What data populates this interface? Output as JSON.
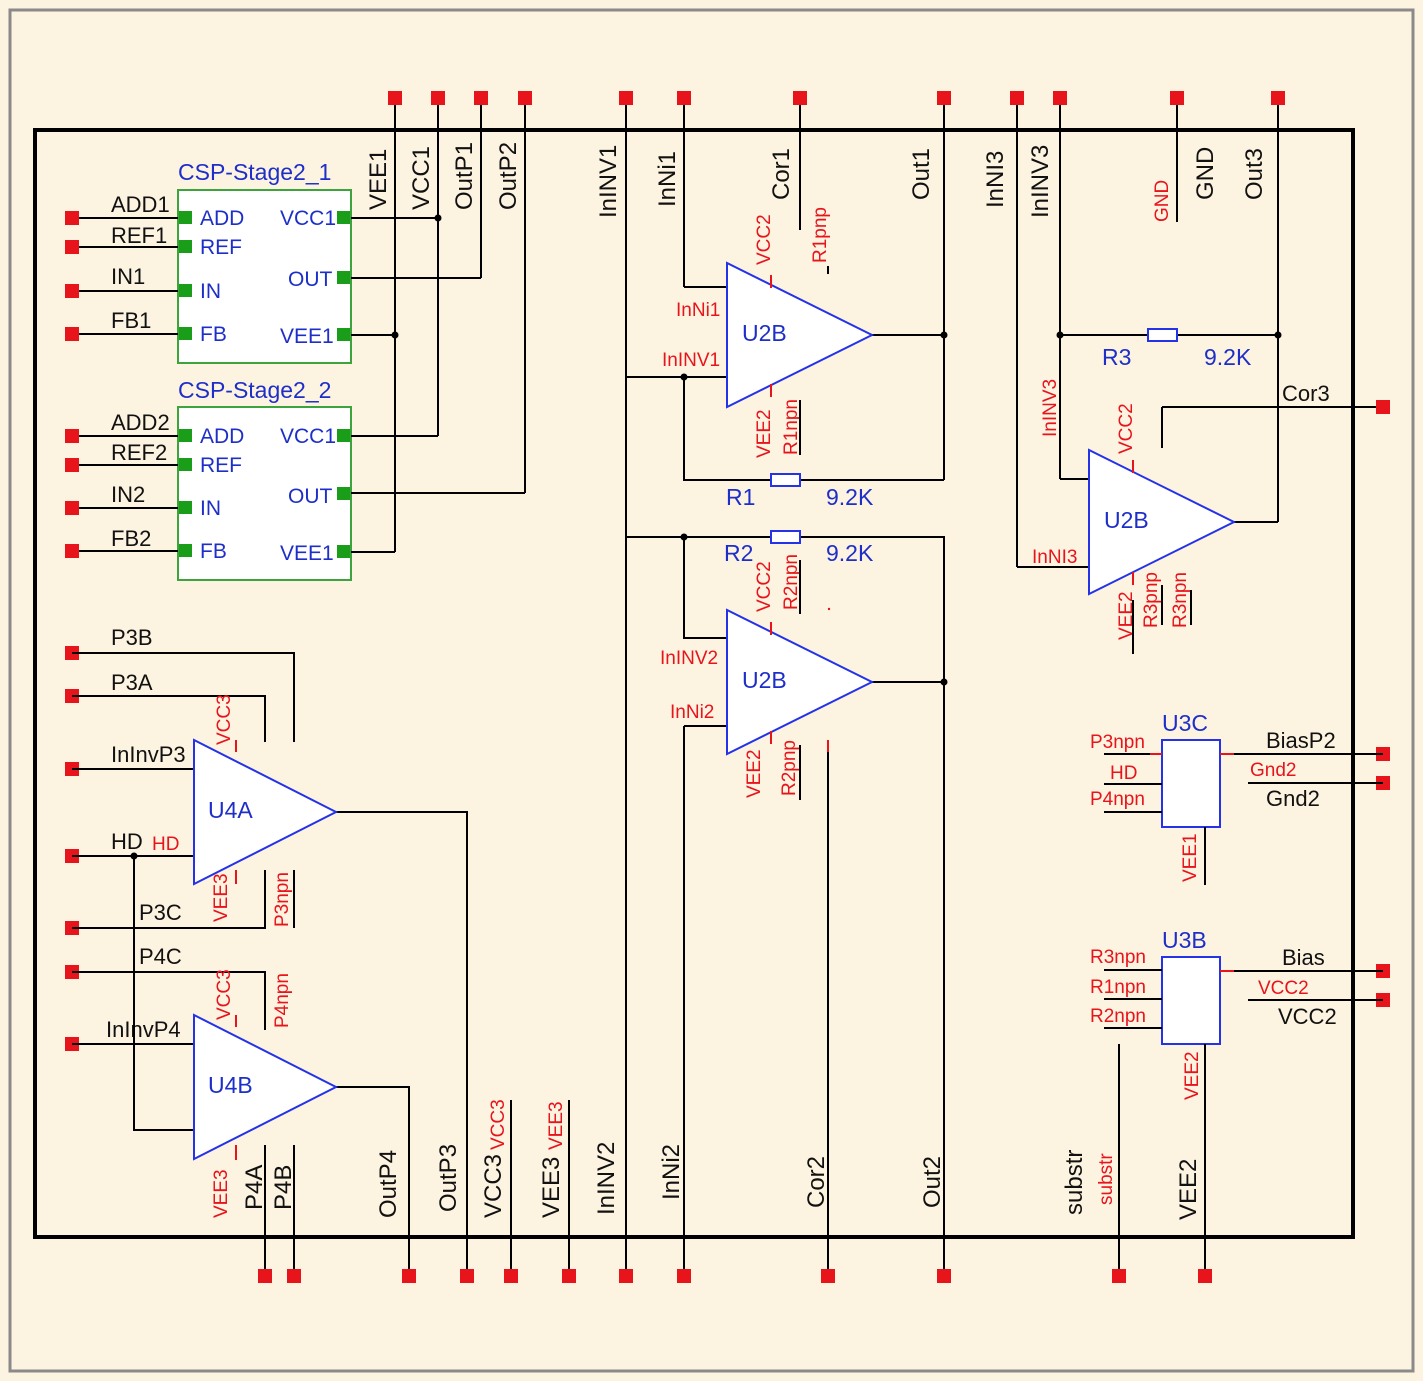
{
  "top_pins": [
    "VEE1",
    "VCC1",
    "OutP1",
    "OutP2",
    "InINV1",
    "InNi1",
    "Cor1",
    "Out1",
    "InNI3",
    "InINV3",
    "GND",
    "Out3"
  ],
  "bottom_pins": [
    "P4A",
    "P4B",
    "OutP4",
    "OutP3",
    "VCC3",
    "VEE3",
    "InINV2",
    "InNi2",
    "Cor2",
    "Out2",
    "substr",
    "VEE2"
  ],
  "left_pins": [
    "ADD1",
    "REF1",
    "IN1",
    "FB1",
    "ADD2",
    "REF2",
    "IN2",
    "FB2",
    "P3B",
    "P3A",
    "InInvP3",
    "HD",
    "P3C",
    "P4C",
    "InInvP4"
  ],
  "right_pins": [
    "Cor3",
    "BiasP2",
    "Gnd2",
    "Bias",
    "VCC2"
  ],
  "csp_stages": [
    {
      "title": "CSP-Stage2_1",
      "pins_left": [
        "ADD",
        "REF",
        "IN",
        "FB"
      ],
      "pins_right": [
        "VCC1",
        "OUT",
        "VEE1"
      ]
    },
    {
      "title": "CSP-Stage2_2",
      "pins_left": [
        "ADD",
        "REF",
        "IN",
        "FB"
      ],
      "pins_right": [
        "VCC1",
        "OUT",
        "VEE1"
      ]
    }
  ],
  "amplifiers": {
    "u2b_1": {
      "name": "U2B",
      "in_top": "InNi1",
      "in_bottom": "InINV1",
      "supply_top": "VCC2",
      "supply_bottom": "VEE2",
      "bias_top": "R1pnp",
      "bias_bottom": "R1npn"
    },
    "u2b_2": {
      "name": "U2B",
      "in_top": "InINV2",
      "in_bottom": "InNi2",
      "supply_top": "VCC2",
      "supply_bottom": "VEE2",
      "bias_top": "R2npn",
      "bias_bottom": "R2pnp"
    },
    "u2b_3": {
      "name": "U2B",
      "in_top": "InINV3",
      "in_bottom": "InNI3",
      "supply_top": "VCC2",
      "supply_bottom": "VEE2",
      "bias_bottom_1": "R3pnp",
      "bias_bottom_2": "R3npn"
    },
    "u4a": {
      "name": "U4A",
      "supply_top": "VCC3",
      "supply_bottom": "VEE3",
      "bias_bottom": "P3npn",
      "hd": "HD"
    },
    "u4b": {
      "name": "U4B",
      "supply_top": "VCC3",
      "supply_bottom": "VEE3",
      "bias_top": "P4npn"
    }
  },
  "resistors": [
    {
      "name": "R1",
      "value": "9.2K"
    },
    {
      "name": "R2",
      "value": "9.2K"
    },
    {
      "name": "R3",
      "value": "9.2K"
    }
  ],
  "blocks": {
    "u3c": {
      "name": "U3C",
      "inputs": [
        "P3npn",
        "HD",
        "P4npn"
      ],
      "out_1": "BiasP2",
      "out_2_red": "Gnd2",
      "out_2": "Gnd2",
      "supply": "VEE1"
    },
    "u3b": {
      "name": "U3B",
      "inputs": [
        "R3npn",
        "R1npn",
        "R2npn"
      ],
      "out_1": "Bias",
      "out_2_red": "VCC2",
      "out_2": "VCC2",
      "supply": "VEE2"
    }
  },
  "net_labels_red": {
    "gnd": "GND",
    "vcc3": "VCC3",
    "vee3": "VEE3",
    "substr": "substr"
  },
  "colors": {
    "background": "#fdf3e1",
    "pad": "#e8141c",
    "component": "#2432e8",
    "module": "#3da43d"
  }
}
